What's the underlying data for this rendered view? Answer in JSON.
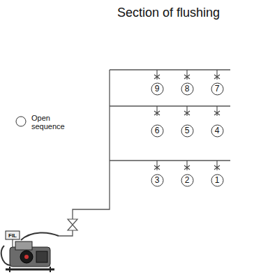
{
  "diagram": {
    "title": "Section of flushing",
    "nodes": [
      {
        "text": [
          "9"
        ]
      },
      {
        "text": [
          "8"
        ]
      },
      {
        "text": [
          "7"
        ]
      },
      {
        "text": [
          "6"
        ]
      },
      {
        "text": [
          "5"
        ]
      },
      {
        "text": [
          "4"
        ]
      },
      {
        "text": [
          "3"
        ]
      },
      {
        "text": [
          "2"
        ]
      },
      {
        "text": [
          "1"
        ]
      }
    ],
    "labels": [
      "FIL"
    ],
    "legend": [
      {
        "text": "Open sequence"
      }
    ]
  }
}
